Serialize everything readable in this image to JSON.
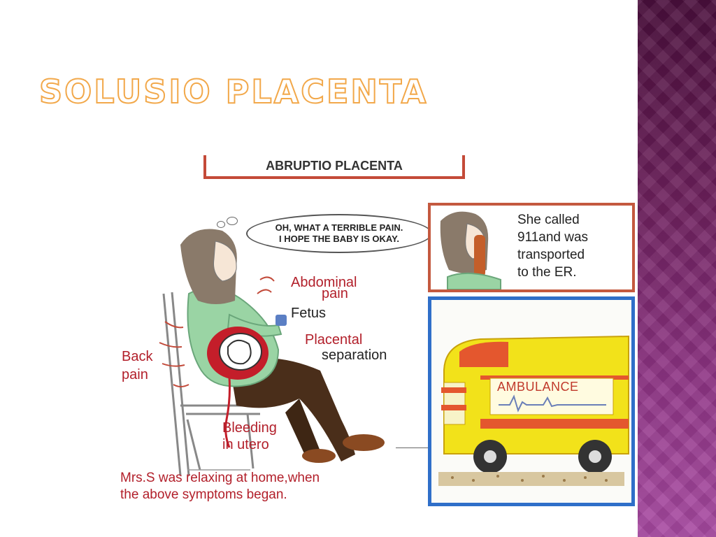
{
  "slide": {
    "title": "SOLUSIO PLACENTA"
  },
  "comic": {
    "header": "ABRUPTIO PLACENTA",
    "speech_bubble": {
      "line1": "OH, WHAT A TERRIBLE PAIN.",
      "line2": "I HOPE THE BABY IS OKAY."
    },
    "labels": {
      "abdominal_line1": "Abdominal",
      "abdominal_line2": "pain",
      "fetus": "Fetus",
      "placental_line1": "Placental",
      "placental_line2": "separation",
      "back_line1": "Back",
      "back_line2": "pain",
      "bleeding_line1": "Bleeding",
      "bleeding_line2": "in utero"
    },
    "caption": {
      "line1": "Mrs.S was relaxing at home,when",
      "line2": "the above symptoms began."
    },
    "panel_call": {
      "line1": "She called",
      "line2": "911and was",
      "line3": "transported",
      "line4": "to the ER."
    },
    "ambulance_label": "AMBULANCE"
  },
  "colors": {
    "title_outline": "#f2a84a",
    "label_red": "#b21f2a",
    "sidebar_purple": "#7a2a6e",
    "ambulance_yellow": "#f2e21a",
    "panel_blue": "#2f6fc9"
  }
}
